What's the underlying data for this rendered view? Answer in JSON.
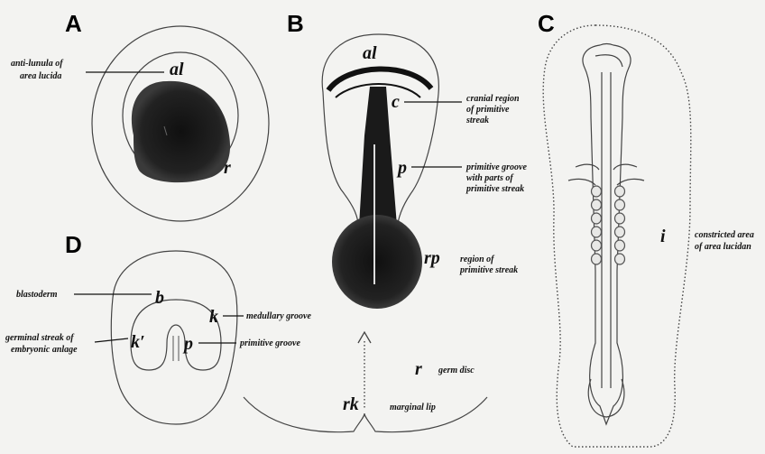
{
  "panels": {
    "a": "A",
    "b": "B",
    "c": "C",
    "d": "D"
  },
  "panel_a": {
    "al": "al",
    "r": "r",
    "anti_lunula": [
      "anti-lunula of",
      "area lucida"
    ]
  },
  "panel_b": {
    "al": "al",
    "c": "c",
    "p": "p",
    "rp": "rp",
    "r": "r",
    "rk": "rk",
    "cranial": [
      "cranial region",
      "of primitive",
      "streak"
    ],
    "groove": [
      "primitive groove",
      "with parts of",
      "primitive streak"
    ],
    "region": [
      "region of",
      "primitive streak"
    ],
    "germ_disc": "germ disc",
    "marginal_lip": "marginal lip"
  },
  "panel_c": {
    "i": "i",
    "constricted": [
      "constricted area",
      "of area lucidan"
    ]
  },
  "panel_d": {
    "b": "b",
    "k": "k",
    "k_prime": "k′",
    "p": "p",
    "blastoderm": "blastoderm",
    "medullary": "medullary groove",
    "germinal": [
      "germinal streak of",
      "embryonic anlage"
    ],
    "primitive_groove": "primitive groove"
  },
  "colors": {
    "ink": "#111111",
    "background": "#f3f3f1",
    "shading": "#1a1a1a",
    "streak_line": "#dcdcdc"
  }
}
